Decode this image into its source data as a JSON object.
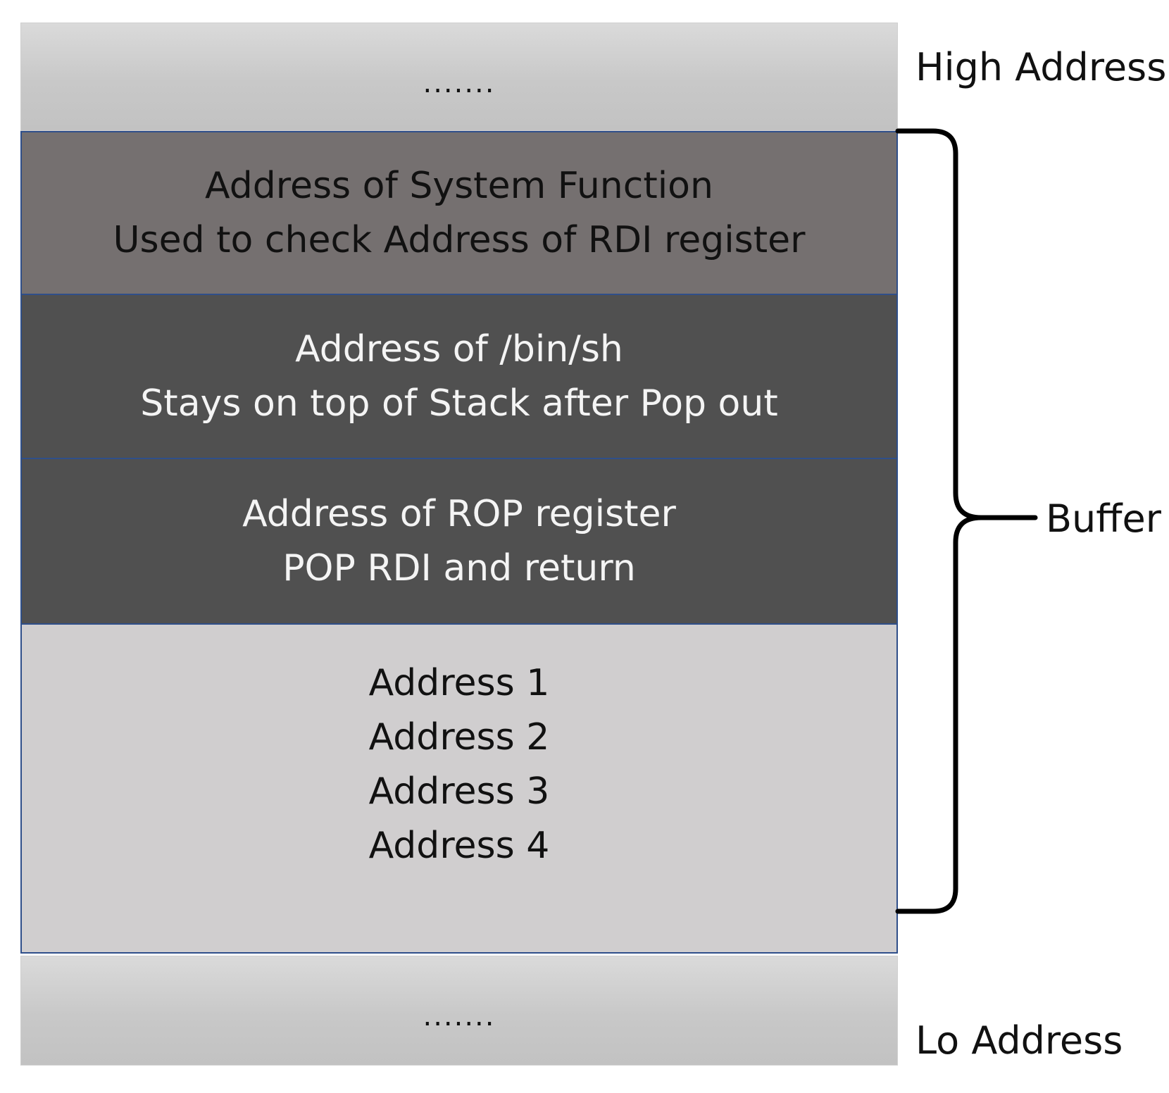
{
  "stack": {
    "top_ellipsis": ".......",
    "system_function": {
      "lines": [
        "Address of System Function",
        "Used to check Address of RDI register"
      ]
    },
    "bin_sh": {
      "lines": [
        "Address of /bin/sh",
        "Stays on top of Stack after Pop out"
      ]
    },
    "rop": {
      "lines": [
        "Address of ROP register",
        "POP RDI and return"
      ]
    },
    "addresses": {
      "lines": [
        "Address 1",
        "Address 2",
        "Address 3",
        "Address 4"
      ]
    },
    "bottom_ellipsis": "......."
  },
  "labels": {
    "high": "High Address",
    "low": "Lo Address",
    "buffer": "Buffer"
  }
}
